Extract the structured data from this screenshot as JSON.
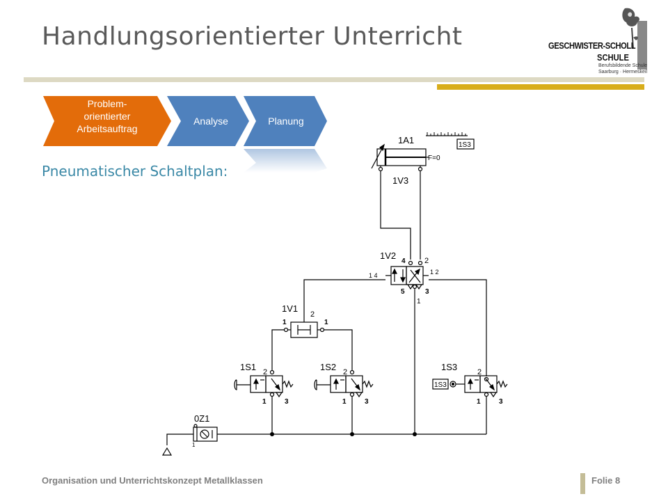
{
  "slide": {
    "title": "Handlungsorientierter Unterricht",
    "subtitle": "Pneumatischer Schaltplan:",
    "footer": "Organisation und Unterrichtskonzept Metallklassen",
    "slide_number": "Folie 8"
  },
  "logo": {
    "name": "GESCHWISTER-SCHOLL",
    "name2": "SCHULE",
    "line1": "Berufsbildende Schule",
    "line2": "Saarburg · Hermeskeil"
  },
  "process_steps": [
    {
      "line1": "Problem-",
      "line2": "orientierter",
      "line3": "Arbeitsauftrag",
      "color": "#e36c0a"
    },
    {
      "label": "Analyse",
      "color": "#4f81bd"
    },
    {
      "label": "Planung",
      "color": "#4f81bd"
    }
  ],
  "schematic": {
    "cylinder": {
      "id": "1A1",
      "force": "F=0",
      "sensor_tag": "1S3"
    },
    "flow_valve": {
      "id": "1V3"
    },
    "main_valve": {
      "id": "1V2",
      "port_4": "4",
      "port_2": "2",
      "pilot_14": "1 4",
      "pilot_12": "1 2",
      "port_5": "5",
      "port_3": "3",
      "port_1": "1"
    },
    "shuttle_valve": {
      "id": "1V1",
      "out": "2",
      "in_left": "1",
      "in_right": "1"
    },
    "valve_1s1": {
      "id": "1S1",
      "p2": "2",
      "p1": "1",
      "p3": "3"
    },
    "valve_1s2": {
      "id": "1S2",
      "p2": "2",
      "p1": "1",
      "p3": "3"
    },
    "valve_1s3": {
      "id": "1S3",
      "tag": "1S3",
      "p2": "2",
      "p1": "1",
      "p3": "3"
    },
    "service_unit": {
      "id": "0Z1"
    }
  }
}
